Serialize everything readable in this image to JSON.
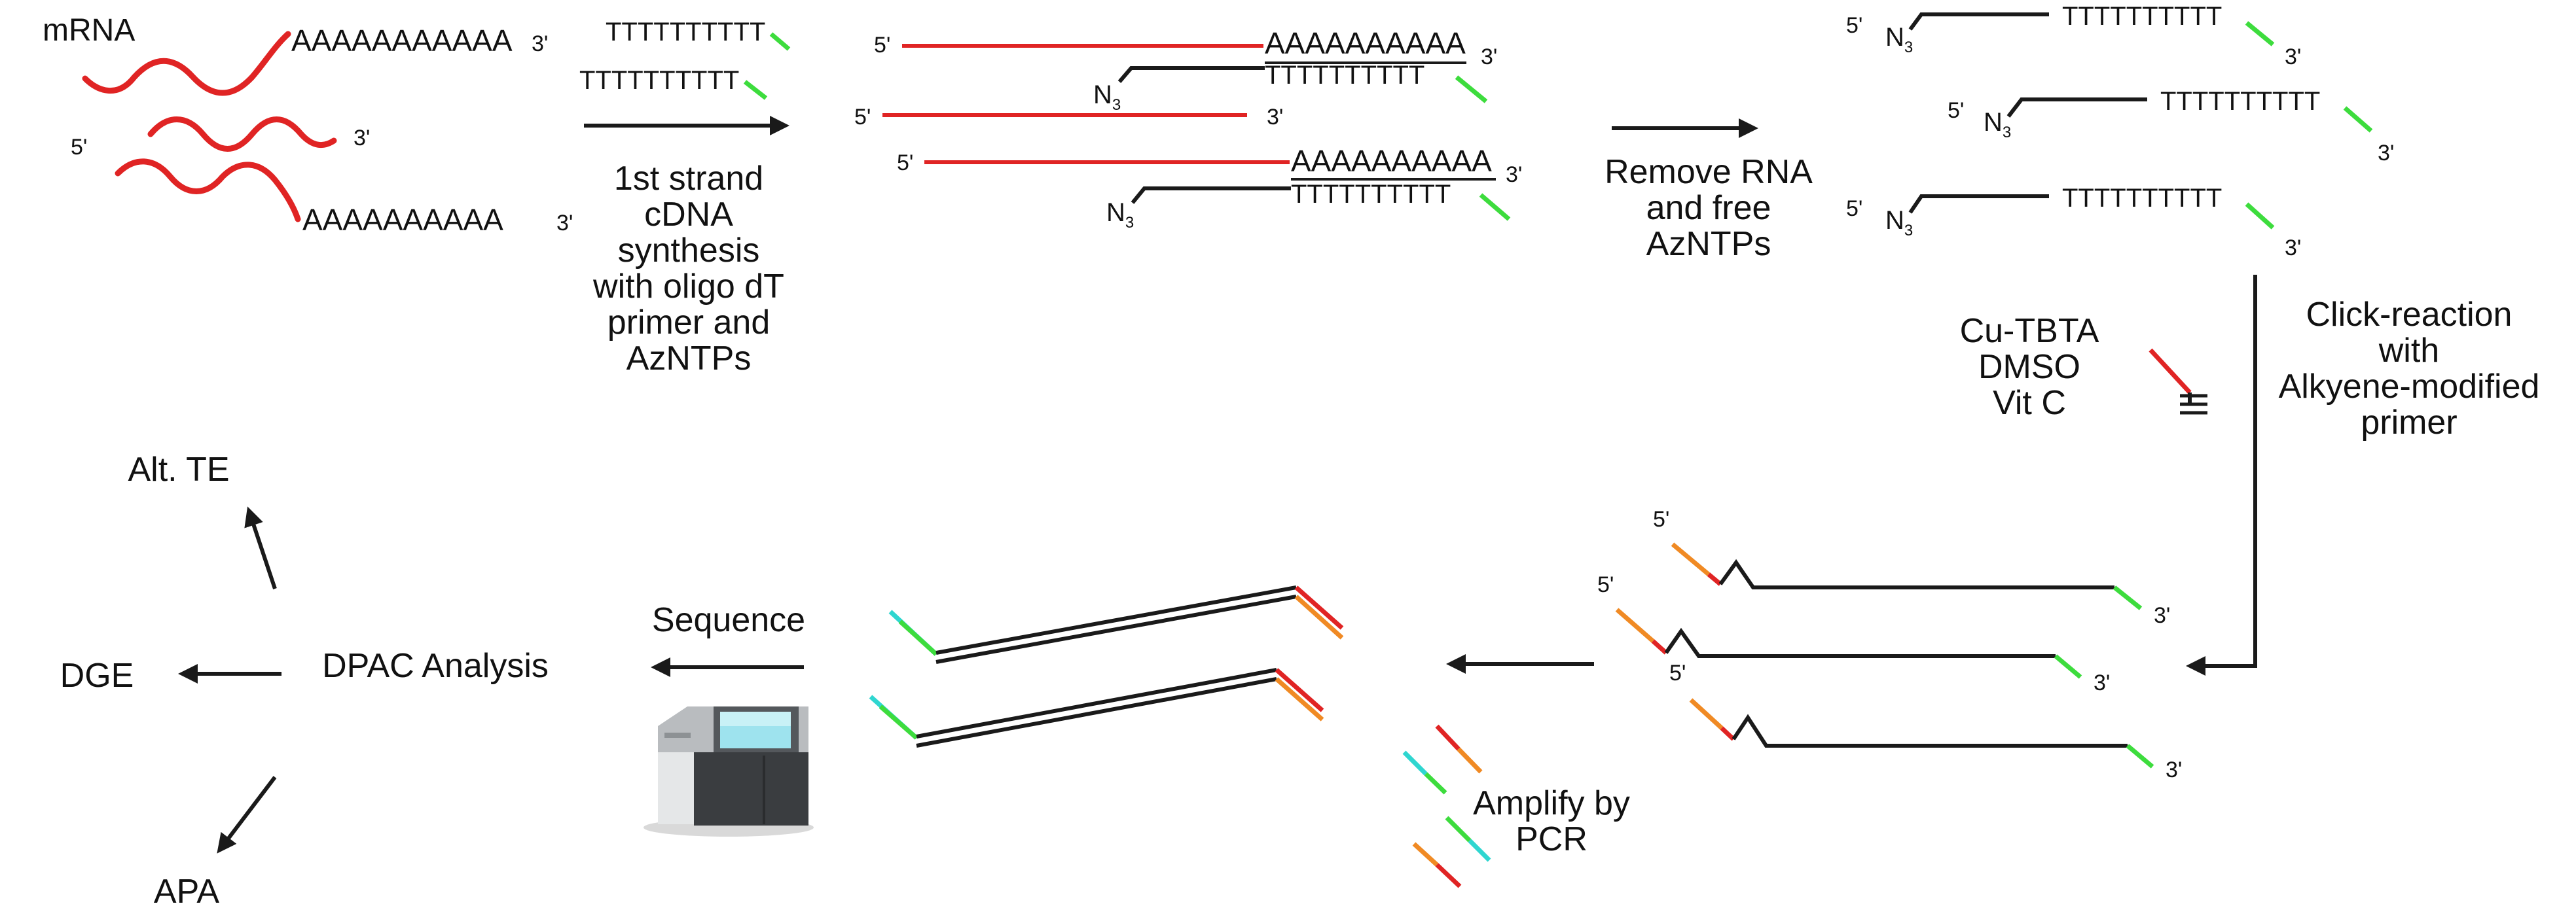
{
  "colors": {
    "rna": "#e02424",
    "cdna": "#1a1a1a",
    "primer_green": "#3ddc3d",
    "primer_orange": "#f08a24",
    "primer_cyan": "#2fd6d0",
    "arrow": "#1a1a1a"
  },
  "labels": {
    "mrna": "mRNA",
    "polyA": "AAAAAAAAAAA",
    "polyA10": "AAAAAAAAAA",
    "polyT": "TTTTTTTTTT",
    "five": "5'",
    "three": "3'",
    "azide": "N",
    "azide_sub": "3"
  },
  "steps": {
    "first_strand": [
      "1st strand",
      "cDNA",
      "synthesis",
      "with oligo dT",
      "primer and",
      "AzNTPs"
    ],
    "remove": [
      "Remove RNA",
      "and free",
      "AzNTPs"
    ],
    "reagents": [
      "Cu-TBTA",
      "DMSO",
      "Vit C"
    ],
    "click": [
      "Click-reaction",
      "with",
      "Alkyene-modified",
      "primer"
    ],
    "amplify": [
      "Amplify by",
      "PCR"
    ],
    "sequence": "Sequence",
    "analysis": "DPAC Analysis"
  },
  "outputs": {
    "alt_te": "Alt. TE",
    "dge": "DGE",
    "apa": "APA"
  },
  "icons": [
    "sequencer-icon",
    "alkyne-primer-icon"
  ]
}
